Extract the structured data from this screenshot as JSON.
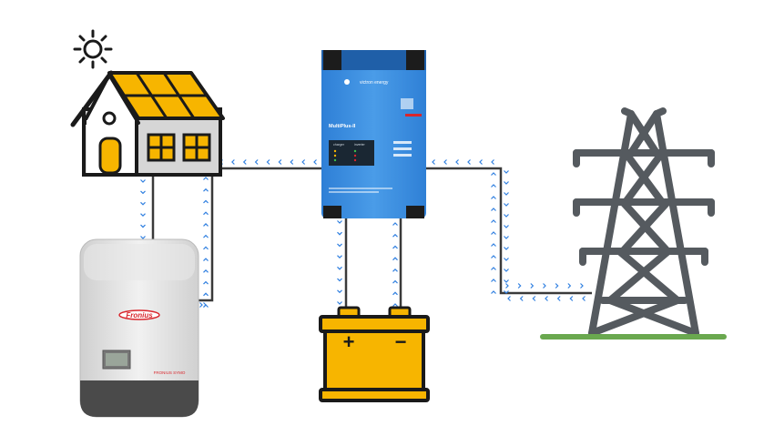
{
  "colors": {
    "roof": "#f7b500",
    "outline": "#1a1a1a",
    "house_wall": "#d6d6d6",
    "window": "#f7b500",
    "cable": "#3a3a3a",
    "flow_arrow": "#2f7fe0",
    "inverter_body": "#3b8fe0",
    "inverter_brand": "#d9262c",
    "battery_body": "#f7b500",
    "tower": "#555a5f",
    "ground": "#6aa84f"
  },
  "icons": {
    "sun": "sun-icon",
    "house": "house-icon",
    "inverter": "multiplus-inverter-icon",
    "pv_inverter": "pv-inverter-icon",
    "battery": "battery-icon",
    "grid": "power-tower-icon"
  },
  "inverter": {
    "brand": "victron energy",
    "model": "MultiPlus-II",
    "panel_left": "charger",
    "panel_right": "inverter"
  },
  "pv_inverter": {
    "brand": "Fronius",
    "model": "FRONIUS SYMO"
  },
  "battery": {
    "plus": "+",
    "minus": "−"
  }
}
